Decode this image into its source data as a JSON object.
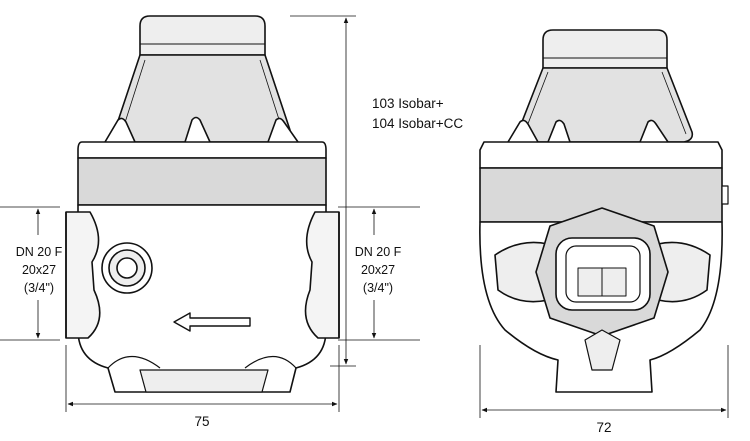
{
  "model_label": {
    "line1": "103 Isobar+",
    "line2": "104 Isobar+CC"
  },
  "left_connection": {
    "size": "DN 20 F",
    "thread": "20x27",
    "inch": "(3/4\")"
  },
  "right_connection": {
    "size": "DN 20 F",
    "thread": "20x27",
    "inch": "(3/4\")"
  },
  "width_front": "75",
  "width_side": "72",
  "colors": {
    "line": "#111111",
    "shade": "#d9d9d9",
    "light": "#eeeeee"
  }
}
